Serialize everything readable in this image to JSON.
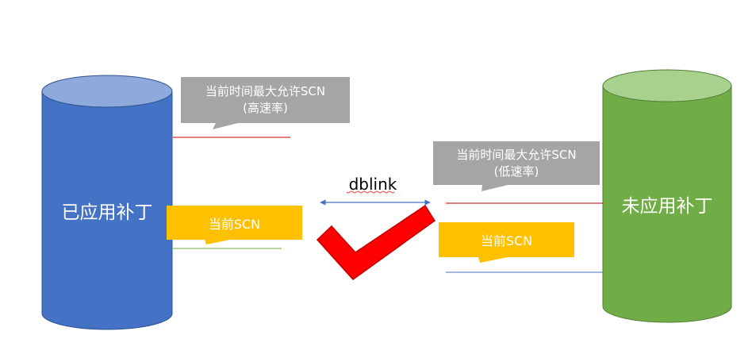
{
  "left_db": {
    "label": "已应用补丁",
    "color": "#4472C4",
    "top_color": "#8EA9DB"
  },
  "right_db": {
    "label": "未应用补丁",
    "color": "#70AD47",
    "top_color": "#A9D18E"
  },
  "left_callout": {
    "line1": "当前时间最大允许SCN",
    "line2": "(高速率)",
    "color": "#A5A5A5"
  },
  "right_callout": {
    "line1": "当前时间最大允许SCN",
    "line2": "(低速率)",
    "color": "#A5A5A5"
  },
  "left_scn": {
    "label": "当前SCN",
    "color": "#FFC000"
  },
  "right_scn": {
    "label": "当前SCN",
    "color": "#FFC000"
  },
  "link": {
    "label": "dblink",
    "color": "#4472C4"
  },
  "checkmark_color": "#FF0000",
  "line_colors": {
    "red": "#C00000",
    "green": "#70AD47",
    "blue": "#4472C4"
  }
}
